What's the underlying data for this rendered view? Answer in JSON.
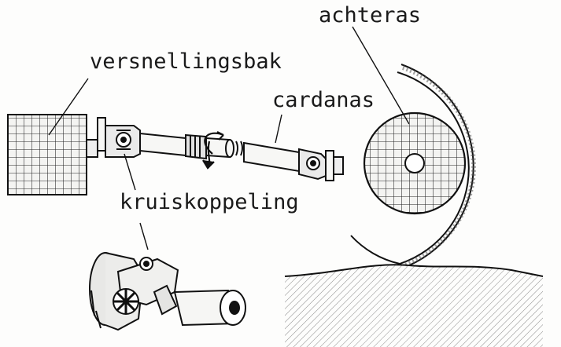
{
  "labels": {
    "gearbox": "versnellingsbak",
    "rear_axle": "achteras",
    "driveshaft": "cardanas",
    "universal_joint": "kruiskoppeling"
  }
}
